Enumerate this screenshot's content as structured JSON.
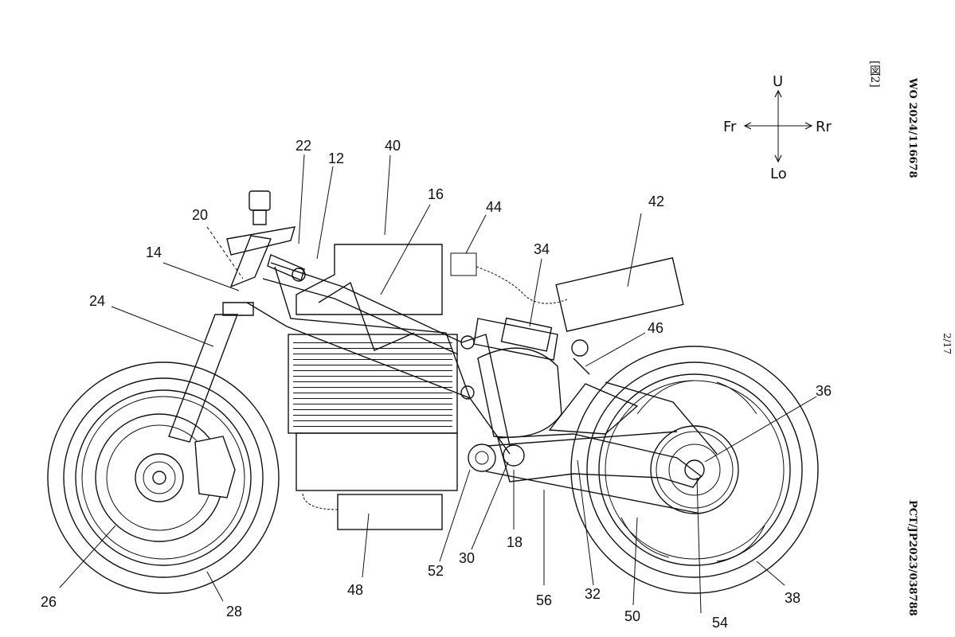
{
  "header": {
    "publication_no": "WO 2024/116678",
    "application_no": "PCT/JP2023/038788",
    "sheet": "2/17",
    "figure_label": "[図2]"
  },
  "directions": {
    "up": "U",
    "down": "Lo",
    "front": "Fr",
    "rear": "Rr"
  },
  "reference_numerals": [
    "12",
    "14",
    "16",
    "18",
    "20",
    "22",
    "24",
    "26",
    "28",
    "30",
    "32",
    "34",
    "36",
    "38",
    "40",
    "42",
    "44",
    "46",
    "48",
    "50",
    "52",
    "54",
    "56"
  ]
}
